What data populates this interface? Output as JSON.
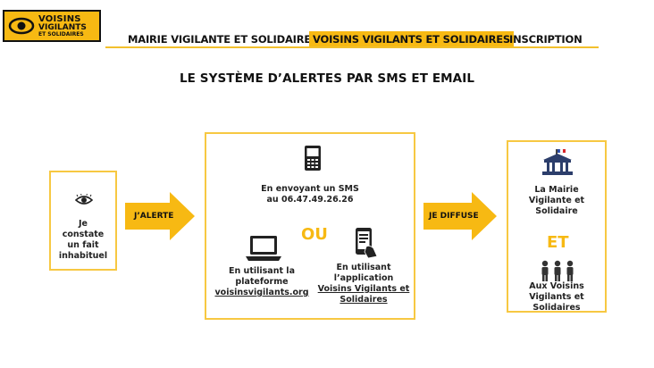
{
  "logo": {
    "line1": "VOISINS",
    "line2": "VIGILANTS",
    "line3": "ET SOLIDAIRES",
    "icon": "eye-icon"
  },
  "nav": {
    "items": [
      {
        "label": "MAIRIE VIGILANTE ET SOLIDAIRE"
      },
      {
        "label": "VOISINS VIGILANTS ET SOLIDAIRES",
        "active": true
      },
      {
        "label": "INSCRIPTION"
      }
    ]
  },
  "title": "LE SYSTÈME D’ALERTES PAR SMS ET EMAIL",
  "left_box": {
    "icon": "eye-icon",
    "lines": [
      "Je",
      "constate",
      "un fait",
      "inhabituel"
    ]
  },
  "arrow1": {
    "label": "J’ALERTE"
  },
  "middle_box": {
    "sms_icon": "mobile-phone-icon",
    "sms_lines": [
      "En envoyant un SMS",
      "au 06.47.49.26.26"
    ],
    "or": "OU",
    "platform_icon": "laptop-icon",
    "platform_lines": [
      "En utilisant la",
      "plateforme"
    ],
    "platform_link": "voisinsvigilants.org",
    "app_icon": "smartphone-app-icon",
    "app_lines": [
      "En utilisant",
      "l’application"
    ],
    "app_link_lines": [
      "Voisins Vigilants et",
      "Solidaires"
    ]
  },
  "arrow2": {
    "label": "JE DIFFUSE"
  },
  "right_box": {
    "mairie_icon": "town-hall-icon",
    "mairie_lines": [
      "La Mairie",
      "Vigilante et",
      "Solidaire"
    ],
    "and": "ET",
    "people_icon": "people-icon",
    "people_lines": [
      "Aux Voisins",
      "Vigilants et",
      "Solidaires"
    ]
  },
  "colors": {
    "accent": "#f7b913",
    "border": "#f7c842",
    "text": "#111111"
  }
}
